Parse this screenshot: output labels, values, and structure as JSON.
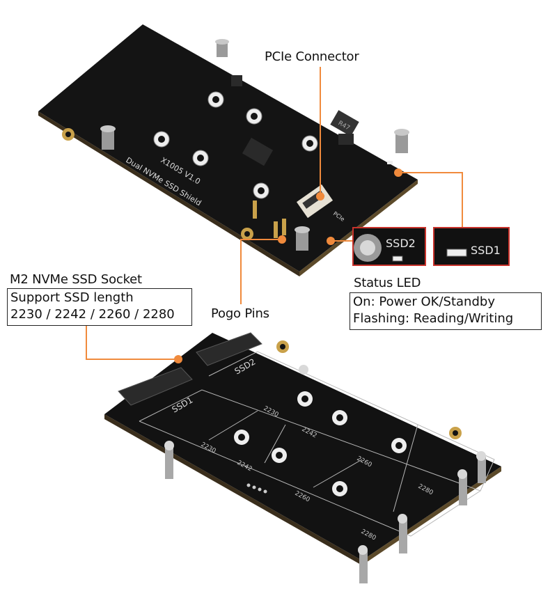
{
  "callouts": {
    "pcie_connector": "PCIe Connector",
    "status_led": {
      "title": "Status LED",
      "line1": "On: Power OK/Standby",
      "line2": "Flashing: Reading/Writing"
    },
    "pogo_pins": "Pogo Pins",
    "m2_socket": {
      "title": "M2 NVMe SSD Socket",
      "line1": "Support SSD length",
      "line2": "2230 / 2242 / 2260 / 2280"
    }
  },
  "top_board": {
    "silkscreen_title": "Dual NVMe SSD Shield",
    "silkscreen_model": "X1005 V1.0",
    "component_mark": "R47",
    "connector_mark": "PCIe"
  },
  "insets": {
    "left_label": "SSD2",
    "right_label": "SSD1"
  },
  "bottom_board": {
    "slot_labels": [
      "SSD2",
      "SSD1"
    ],
    "lengths": [
      "2230",
      "2242",
      "2260",
      "2280"
    ]
  },
  "colors": {
    "accent": "#f08a3c",
    "pcb": "#151515",
    "inset_border": "#c8322b",
    "pad_gold": "#c9a14a"
  }
}
